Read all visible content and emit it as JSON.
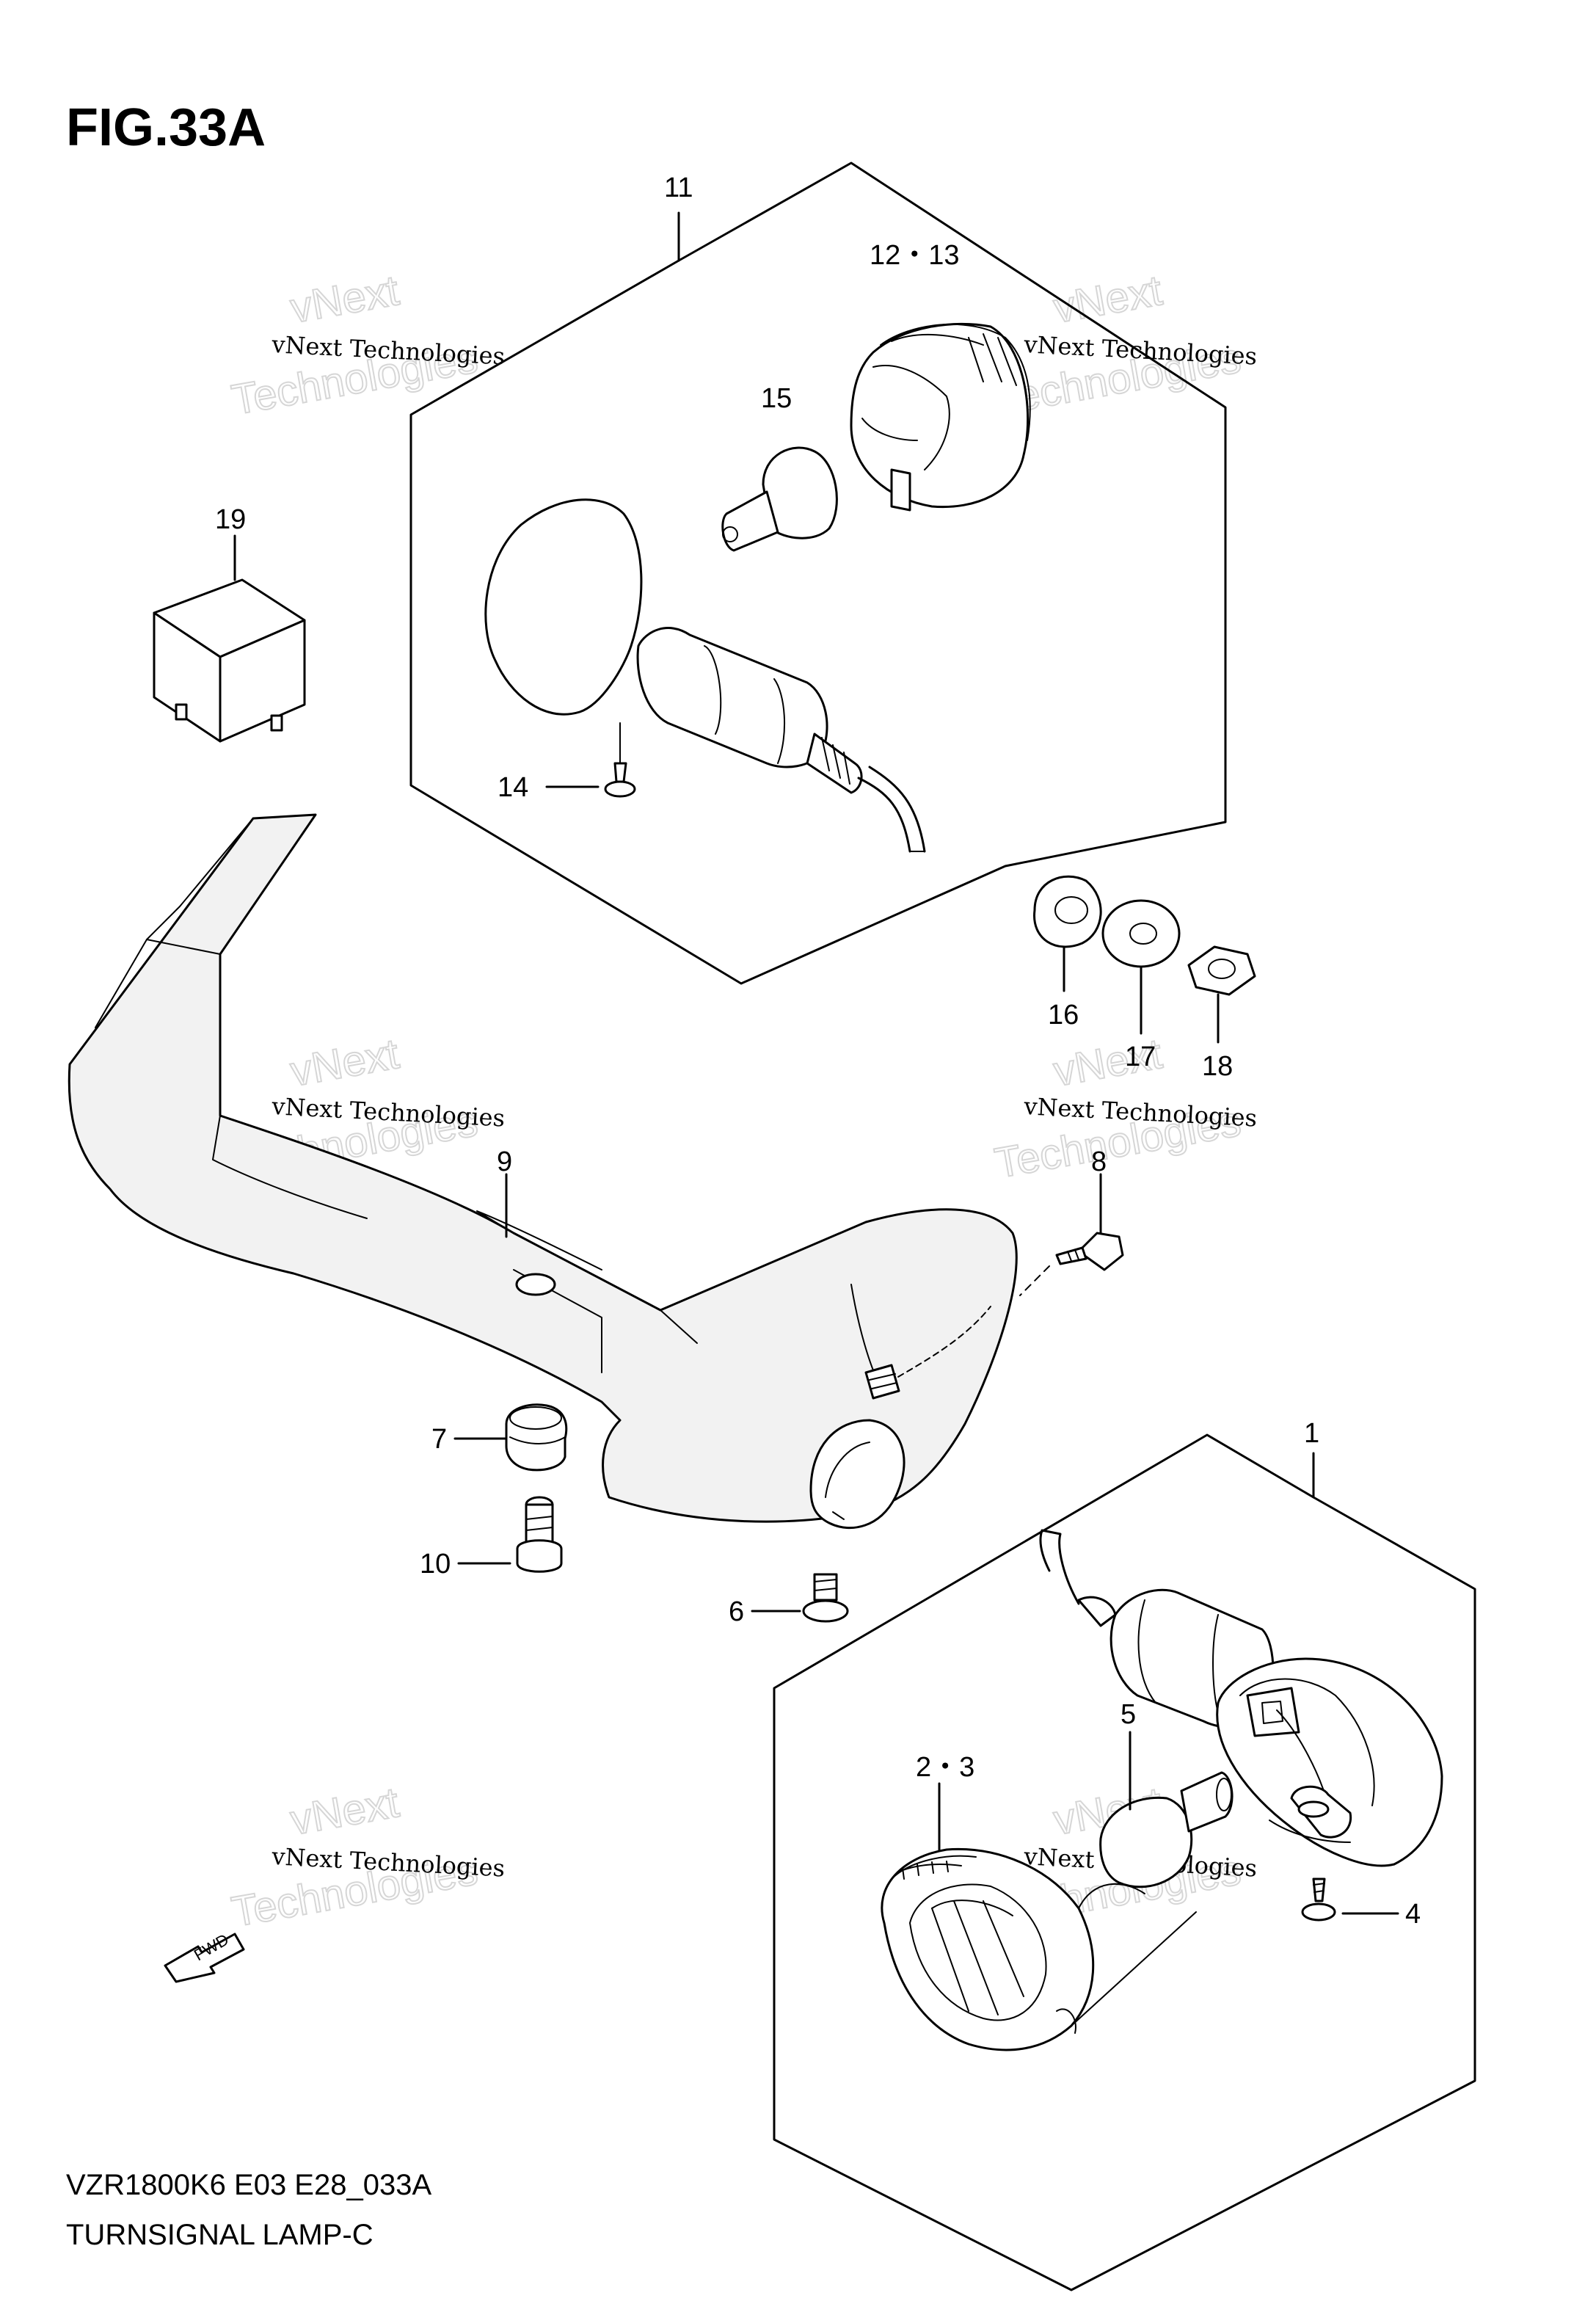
{
  "figure": {
    "title": "FIG.33A",
    "model_code": "VZR1800K6 E03 E28_033A",
    "caption": "TURNSIGNAL LAMP-C",
    "fwd_label": "FWD"
  },
  "watermark": {
    "line1": "vNext Technologies",
    "line2": "vNext",
    "line3": "Technologies"
  },
  "callouts": {
    "p1": "1",
    "p2_3": "2・3",
    "p4": "4",
    "p5": "5",
    "p6": "6",
    "p7": "7",
    "p8": "8",
    "p9": "9",
    "p10": "10",
    "p11": "11",
    "p12_13": "12・13",
    "p14": "14",
    "p15": "15",
    "p16": "16",
    "p17": "17",
    "p18": "18",
    "p19": "19"
  }
}
